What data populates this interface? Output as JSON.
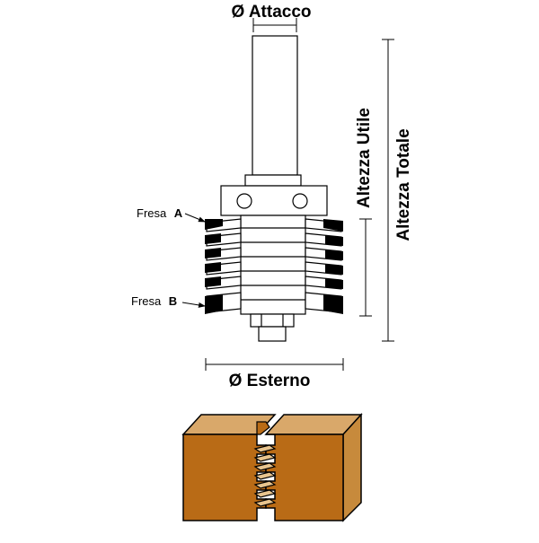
{
  "labels": {
    "shank_diameter": "Ø Attacco",
    "outer_diameter": "Ø Esterno",
    "useful_height": "Altezza Utile",
    "total_height": "Altezza Totale",
    "cutter_a_prefix": "Fresa",
    "cutter_a_letter": "A",
    "cutter_b_prefix": "Fresa",
    "cutter_b_letter": "B"
  },
  "colors": {
    "metal": "#ffffff",
    "outline": "#000000",
    "carbide": "#000000",
    "wood_front": "#b96b16",
    "wood_top": "#d9a86a",
    "wood_side": "#c78a3c"
  }
}
